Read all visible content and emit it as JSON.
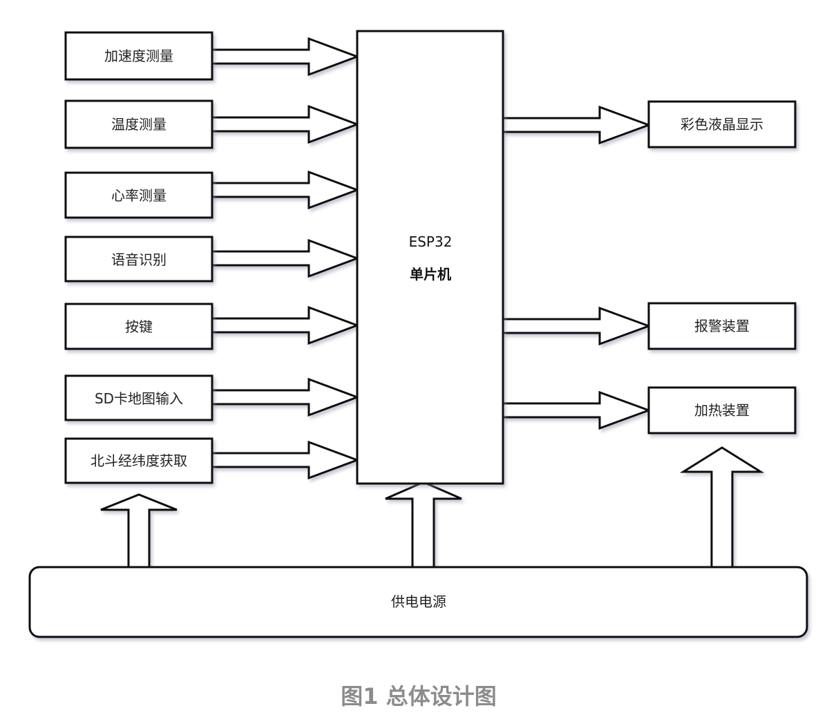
{
  "diagram": {
    "title": "图1 总体设计图",
    "mcu": {
      "line1": "ESP32",
      "line2": "单片机"
    },
    "inputs": [
      {
        "id": "accel",
        "label": "加速度测量"
      },
      {
        "id": "temp",
        "label": "温度测量"
      },
      {
        "id": "heart",
        "label": "心率测量"
      },
      {
        "id": "voice",
        "label": "语音识别"
      },
      {
        "id": "keys",
        "label": "按键"
      },
      {
        "id": "sdmap",
        "label": "SD卡地图输入"
      },
      {
        "id": "beidou",
        "label": "北斗经纬度获取"
      }
    ],
    "outputs": [
      {
        "id": "lcd",
        "label": "彩色液晶显示"
      },
      {
        "id": "alarm",
        "label": "报警装置"
      },
      {
        "id": "heater",
        "label": "加热装置"
      }
    ],
    "power": {
      "label": "供电电源",
      "feeds": [
        "北斗经纬度获取",
        "ESP32 单片机",
        "加热装置"
      ]
    },
    "edges": [
      {
        "from": "加速度测量",
        "to": "ESP32 单片机"
      },
      {
        "from": "温度测量",
        "to": "ESP32 单片机"
      },
      {
        "from": "心率测量",
        "to": "ESP32 单片机"
      },
      {
        "from": "语音识别",
        "to": "ESP32 单片机"
      },
      {
        "from": "按键",
        "to": "ESP32 单片机"
      },
      {
        "from": "SD卡地图输入",
        "to": "ESP32 单片机"
      },
      {
        "from": "北斗经纬度获取",
        "to": "ESP32 单片机"
      },
      {
        "from": "ESP32 单片机",
        "to": "彩色液晶显示"
      },
      {
        "from": "ESP32 单片机",
        "to": "报警装置"
      },
      {
        "from": "ESP32 单片机",
        "to": "加热装置"
      },
      {
        "from": "供电电源",
        "to": "北斗经纬度获取"
      },
      {
        "from": "供电电源",
        "to": "ESP32 单片机"
      },
      {
        "from": "供电电源",
        "to": "加热装置"
      }
    ]
  }
}
